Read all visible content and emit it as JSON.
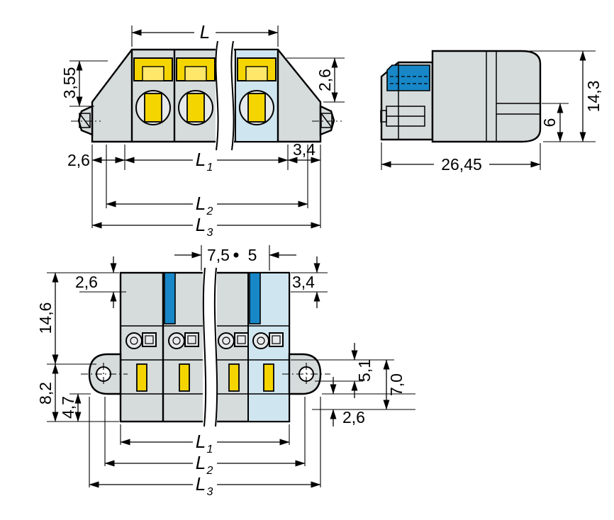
{
  "drawing": {
    "background": "#ffffff",
    "colors": {
      "body_gray": "#d6dbdb",
      "outline": "#000000",
      "yellow": "#f5d500",
      "yellow_light": "#ffe76a",
      "light_blue": "#cfe5ef",
      "dark_blue": "#1787c8"
    },
    "front_view": {
      "dims": {
        "L": "L",
        "h_3_55": "3,55",
        "v_2_6_right": "2,6",
        "h_2_6_left": "2,6",
        "h_3_4_right": "3,4",
        "L1": {
          "base": "L",
          "sub": "1"
        },
        "L2": {
          "base": "L",
          "sub": "2"
        },
        "L3": {
          "base": "L",
          "sub": "3"
        }
      }
    },
    "side_view": {
      "dims": {
        "h_14_3": "14,3",
        "h_6": "6",
        "w_26_45": "26,45"
      }
    },
    "bottom_view": {
      "dims": {
        "pitch_7_5": "7,5",
        "w_5": "5",
        "t_2_6_left": "2,6",
        "h_14_6": "14,6",
        "h_8_2": "8,2",
        "h_4_7": "4,7",
        "t_3_4_right": "3,4",
        "h_5_1": "5,1",
        "h_7_0": "7,0",
        "b_2_6_right": "2,6",
        "L1": {
          "base": "L",
          "sub": "1"
        },
        "L2": {
          "base": "L",
          "sub": "2"
        },
        "L3": {
          "base": "L",
          "sub": "3"
        }
      }
    }
  }
}
